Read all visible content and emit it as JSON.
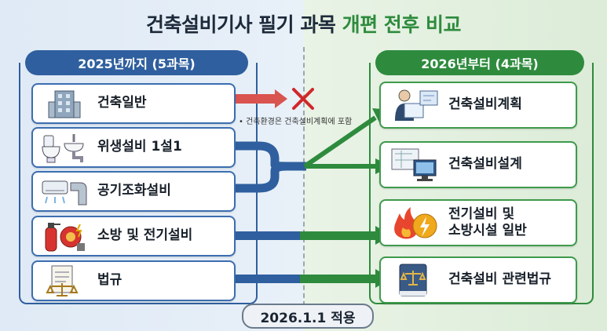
{
  "title": {
    "part1": "건축설비기사 필기 과목 ",
    "part2": "개편 전후 비교"
  },
  "left_panel": {
    "header": "2025년까지 (5과목)",
    "subjects": [
      {
        "label": "건축일반",
        "icon": "building-icon"
      },
      {
        "label": "위생설비 1설1",
        "icon": "toilet-sink-icon"
      },
      {
        "label": "공기조화설비",
        "icon": "air-conditioner-duct-icon"
      },
      {
        "label": "소방 및 전기설비",
        "icon": "fire-extinguisher-bell-icon"
      },
      {
        "label": "법규",
        "icon": "law-document-scale-icon"
      }
    ]
  },
  "right_panel": {
    "header": "2026년부터 (4과목)",
    "subjects": [
      {
        "label": "건축설비계획",
        "icon": "engineer-blueprint-icon"
      },
      {
        "label": "건축설비설계",
        "icon": "drafting-computer-icon"
      },
      {
        "label": "전기설비 및\n소방시설 일반",
        "icon": "fire-electric-icon"
      },
      {
        "label": "건축설비 관련법규",
        "icon": "law-book-icon"
      }
    ]
  },
  "removed_note": "• 건축환경은 건축설비계획에 포함",
  "footer": "2026.1.1 적용",
  "colors": {
    "blue": "#2f5f9e",
    "green": "#2e8b3d",
    "red_arrow": "#d9534f"
  }
}
